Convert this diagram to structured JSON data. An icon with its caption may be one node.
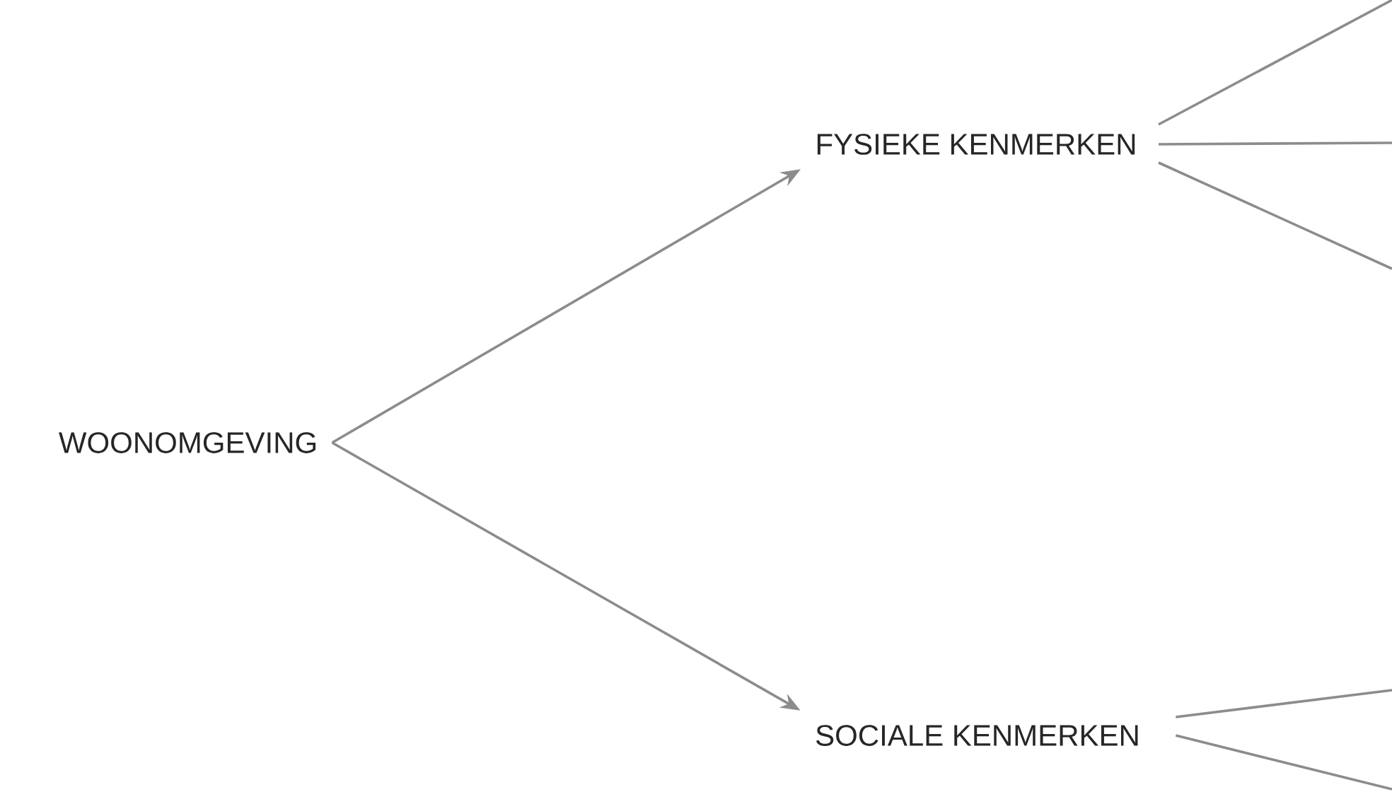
{
  "diagram": {
    "nodes": [
      {
        "text": [
          "WOONOMGEVING"
        ]
      },
      {
        "text": [
          "FYSIEKE KENMERKEN"
        ]
      },
      {
        "text": [
          "SOCIALE KENMERKEN"
        ]
      }
    ],
    "edges": [
      {
        "from": 0,
        "to": 1,
        "arrow": "to"
      },
      {
        "from": 0,
        "to": 2,
        "arrow": "to"
      },
      {
        "from": 1,
        "to": null,
        "arrow": "none"
      },
      {
        "from": 1,
        "to": null,
        "arrow": "none"
      },
      {
        "from": 1,
        "to": null,
        "arrow": "none"
      },
      {
        "from": 2,
        "to": null,
        "arrow": "none"
      },
      {
        "from": 2,
        "to": null,
        "arrow": "none"
      }
    ]
  }
}
